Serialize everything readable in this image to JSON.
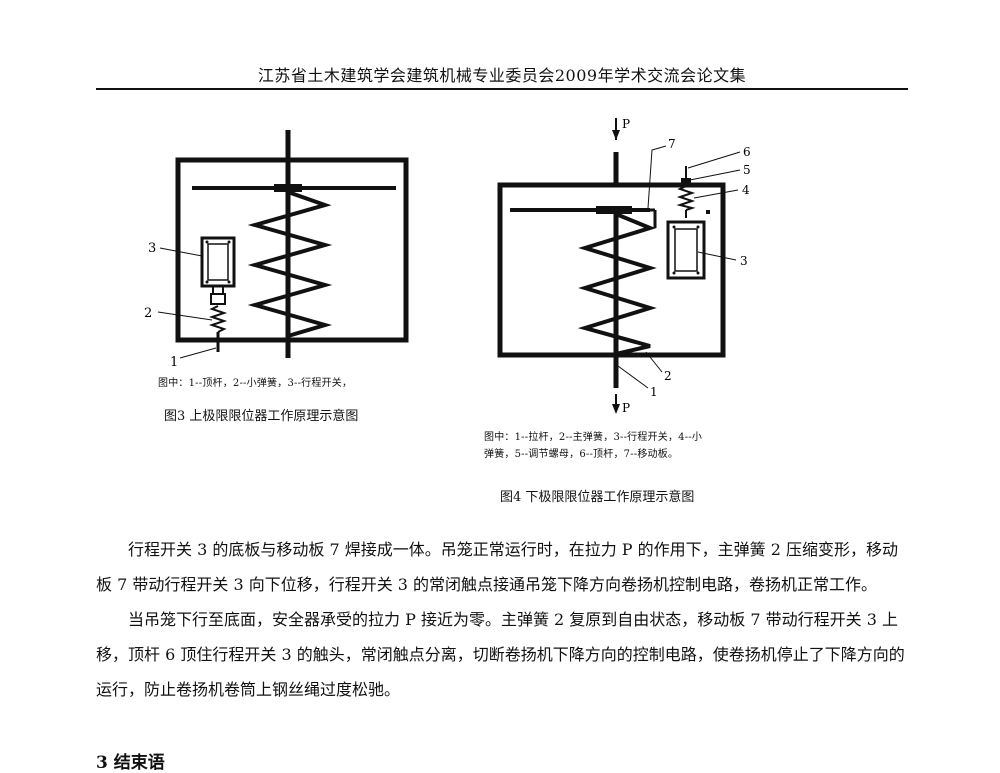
{
  "header": {
    "title": "江苏省土木建筑学会建筑机械专业委员会2009年学术交流会论文集"
  },
  "figure3": {
    "labels": {
      "n3": "3",
      "n2": "2",
      "n1": "1"
    },
    "legend": "图中：1--顶杆，2--小弹簧，3--行程开关，",
    "caption": "图3  上极限限位器工作原理示意图"
  },
  "figure4": {
    "labels": {
      "p_top": "P",
      "p_bottom": "P",
      "n7": "7",
      "n6": "6",
      "n5": "5",
      "n4": "4",
      "n3": "3",
      "n2": "2",
      "n1": "1"
    },
    "legend_line1": "图中：1--拉杆，2--主弹簧，3--行程开关，4--小",
    "legend_line2": "弹簧，5--调节螺母，6--顶杆，7--移动板。",
    "caption": "图4  下极限限位器工作原理示意图"
  },
  "body": {
    "paragraph1": "行程开关 3 的底板与移动板 7 焊接成一体。吊笼正常运行时，在拉力 P 的作用下，主弹簧 2 压缩变形，移动板 7 带动行程开关 3 向下位移，行程开关 3 的常闭触点接通吊笼下降方向卷扬机控制电路，卷扬机正常工作。",
    "paragraph2": "当吊笼下行至底面，安全器承受的拉力 P 接近为零。主弹簧 2 复原到自由状态，移动板 7 带动行程开关 3 上移，顶杆 6 顶住行程开关 3 的触头，常闭触点分离，切断卷扬机下降方向的控制电路，使卷扬机停止了下降方向的运行，防止卷扬机卷筒上钢丝绳过度松驰。"
  },
  "section": {
    "heading": "3   结束语"
  }
}
